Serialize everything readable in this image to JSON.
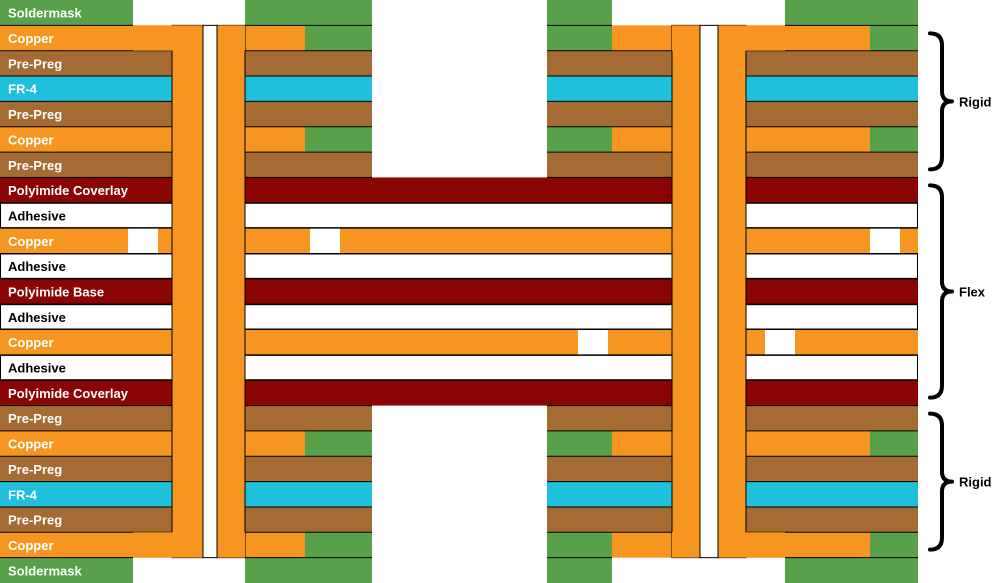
{
  "colors": {
    "soldermask": "#58a04a",
    "copper": "#f6951f",
    "prepreg": "#a46c32",
    "fr4": "#1ec0dc",
    "polyimide": "#8b0404",
    "adhesive": "#ffffff",
    "border": "#000000"
  },
  "layers": [
    {
      "label": "Soldermask",
      "type": "soldermask"
    },
    {
      "label": "Copper",
      "type": "copper"
    },
    {
      "label": "Pre-Preg",
      "type": "prepreg"
    },
    {
      "label": "FR-4",
      "type": "fr4"
    },
    {
      "label": "Pre-Preg",
      "type": "prepreg"
    },
    {
      "label": "Copper",
      "type": "copper"
    },
    {
      "label": "Pre-Preg",
      "type": "prepreg"
    },
    {
      "label": "Polyimide Coverlay",
      "type": "polyimide"
    },
    {
      "label": "Adhesive",
      "type": "adhesive"
    },
    {
      "label": "Copper",
      "type": "copper"
    },
    {
      "label": "Adhesive",
      "type": "adhesive"
    },
    {
      "label": "Polyimide Base",
      "type": "polyimide"
    },
    {
      "label": "Adhesive",
      "type": "adhesive"
    },
    {
      "label": "Copper",
      "type": "copper"
    },
    {
      "label": "Adhesive",
      "type": "adhesive"
    },
    {
      "label": "Polyimide Coverlay",
      "type": "polyimide"
    },
    {
      "label": "Pre-Preg",
      "type": "prepreg"
    },
    {
      "label": "Copper",
      "type": "copper"
    },
    {
      "label": "Pre-Preg",
      "type": "prepreg"
    },
    {
      "label": "FR-4",
      "type": "fr4"
    },
    {
      "label": "Pre-Preg",
      "type": "prepreg"
    },
    {
      "label": "Copper",
      "type": "copper"
    },
    {
      "label": "Soldermask",
      "type": "soldermask"
    }
  ],
  "groups": [
    {
      "label": "Rigid",
      "from": 1,
      "to": 6
    },
    {
      "label": "Flex",
      "from": 7,
      "to": 15
    },
    {
      "label": "Rigid",
      "from": 16,
      "to": 21
    }
  ]
}
